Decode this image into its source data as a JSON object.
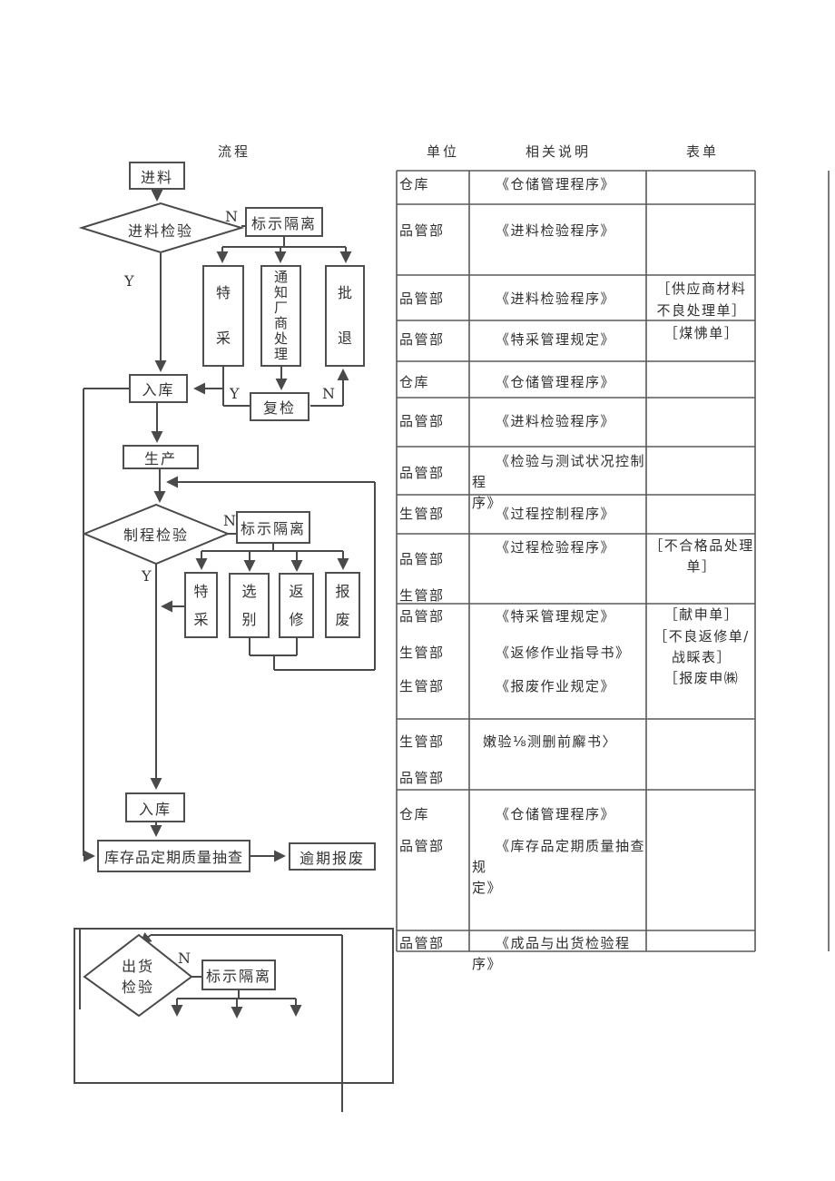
{
  "page_headers": {
    "flow": "流程",
    "unit": "单位",
    "description": "相关说明",
    "form": "表单"
  },
  "flowchart": {
    "nodes": {
      "incoming": "进料",
      "incoming_inspection": "进料检验",
      "mark_isolation_1": "标示隔离",
      "special_acceptance_1": "特采",
      "notify_vendor": "通知厂商处理",
      "batch_reject": "批退",
      "warehouse_in_1": "入库",
      "recheck": "复检",
      "production": "生产",
      "process_inspection": "制程检验",
      "mark_isolation_2": "标示隔离",
      "special_acceptance_2": "特采",
      "sorting": "选别",
      "rework": "返修",
      "scrap": "报废",
      "warehouse_in_2": "入库",
      "stock_periodic_check": "库存品定期质量抽查",
      "overdue_scrap": "逾期报废",
      "shipment_inspection": "出货检验",
      "mark_isolation_3": "标示隔离"
    },
    "labels": {
      "d1_n": "N",
      "d1_y": "Y",
      "recheck_y": "Y",
      "recheck_n": "N",
      "d2_n": "N",
      "d2_y": "Y",
      "d3_n": "N"
    }
  },
  "table": {
    "headers": [
      "单位",
      "相关说明",
      "表单"
    ],
    "rows": [
      {
        "units": [
          "仓库"
        ],
        "descs": [
          "《仓储管理程序》"
        ],
        "forms": []
      },
      {
        "units": [
          "品管部"
        ],
        "descs": [
          "《进料检验程序》"
        ],
        "forms": []
      },
      {
        "units": [
          "品管部"
        ],
        "descs": [
          "《进料检验程序》"
        ],
        "forms": [
          "［供应商材料\n不良处理单］"
        ]
      },
      {
        "units": [
          "品管部"
        ],
        "descs": [
          "《特采管理规定》"
        ],
        "forms": [
          "［煤怫单］"
        ]
      },
      {
        "units": [
          "仓库"
        ],
        "descs": [
          "《仓储管理程序》"
        ],
        "forms": []
      },
      {
        "units": [
          "品管部"
        ],
        "descs": [
          "《进料检验程序》"
        ],
        "forms": []
      },
      {
        "units": [
          "品管部"
        ],
        "descs": [
          "《检验与测试状况控制程\n序》"
        ],
        "forms": []
      },
      {
        "units": [
          "生管部"
        ],
        "descs": [
          "《过程控制程序》"
        ],
        "forms": []
      },
      {
        "units": [
          "品管部",
          "生管部"
        ],
        "descs": [
          "《过程检验程序》"
        ],
        "forms": [
          "［不合格品处理\n单］"
        ]
      },
      {
        "units": [
          "品管部",
          "生管部",
          "生管部"
        ],
        "descs": [
          "《特采管理规定》",
          "《返修作业指导书》",
          "《报废作业规定》"
        ],
        "forms": [
          "［献申单］",
          "［不良返修单/\n战睬表］",
          "［报废申㈱"
        ]
      },
      {
        "units": [
          "生管部",
          "品管部"
        ],
        "descs": [
          "嫩验⅛测删前廨书〉"
        ],
        "forms": []
      },
      {
        "units": [
          "仓库",
          "品管部"
        ],
        "descs": [
          "《仓储管理程序》",
          "《库存品定期质量抽查规\n定》"
        ],
        "forms": []
      },
      {
        "units": [
          "品管部"
        ],
        "descs": [
          "《成品与出货检验程序》"
        ],
        "forms": []
      }
    ]
  }
}
